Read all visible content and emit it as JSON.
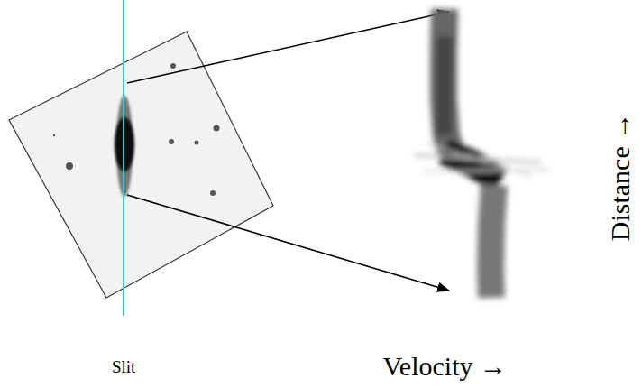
{
  "diagram": {
    "labels": [
      "Slit",
      "Velocity →",
      "Distance →"
    ]
  }
}
